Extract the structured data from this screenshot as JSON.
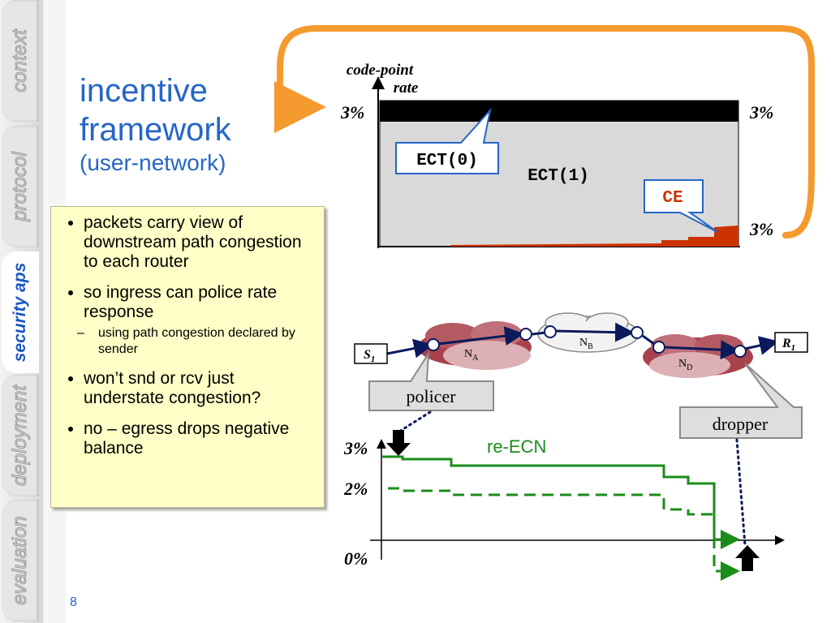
{
  "sidebar": {
    "tabs": [
      {
        "label": "context",
        "active": false
      },
      {
        "label": "protocol",
        "active": false
      },
      {
        "label": "security aps",
        "active": true
      },
      {
        "label": "deployment",
        "active": false
      },
      {
        "label": "evaluation",
        "active": false
      }
    ]
  },
  "title": {
    "line1": "incentive",
    "line2": "framework",
    "line3": "(user-network)"
  },
  "bullets": [
    "packets carry view of downstream path congestion to each router",
    "so ingress can police rate response",
    "using path congestion declared by sender",
    "won’t snd or rcv just understate congestion?",
    "no – egress drops negative balance"
  ],
  "code_chart": {
    "label_code_point": "code-point",
    "label_rate": "rate",
    "left_top": "3%",
    "right_top": "3%",
    "right_bottom": "3%",
    "ect0": "ECT(0)",
    "ect1": "ECT(1)",
    "ce": "CE"
  },
  "network": {
    "s1": "S",
    "s1_sub": "1",
    "r1": "R",
    "r1_sub": "1",
    "na": "N",
    "na_sub": "A",
    "nb": "N",
    "nb_sub": "B",
    "nd": "N",
    "nd_sub": "D",
    "policer": "policer",
    "dropper": "dropper"
  },
  "balance_chart": {
    "series_label": "re-ECN",
    "y3": "3%",
    "y2": "2%",
    "y0": "0%"
  },
  "colors": {
    "accent": "#2566c7",
    "green": "#1a8c1a",
    "orange": "#f59a2e",
    "ce_red": "#cc3300"
  },
  "page_number": "8"
}
